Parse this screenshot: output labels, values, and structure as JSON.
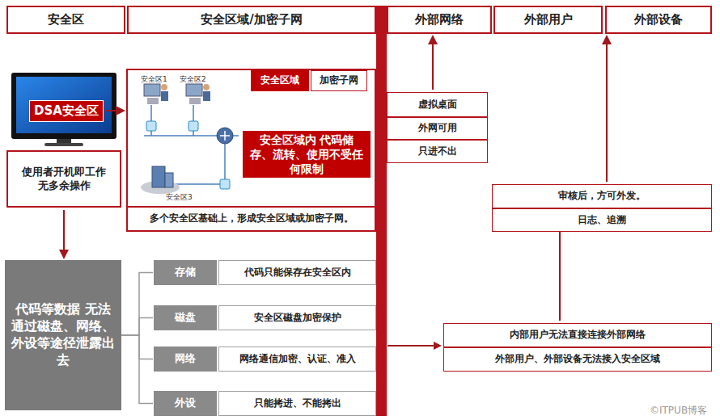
{
  "diagram": {
    "nodes": [
      {
        "text": [
          "安全区"
        ]
      },
      {
        "text": [
          "安全区域/加密子网"
        ]
      },
      {
        "text": [
          "外部网络"
        ]
      },
      {
        "text": [
          "外部用户"
        ]
      },
      {
        "text": [
          "外部设备"
        ]
      },
      {
        "text": [
          "DSA安全区"
        ]
      },
      {
        "text": [
          "多个安全区基础上，形成安全区域或加密子网。"
        ]
      },
      {
        "text": [
          "安全区域"
        ],
        "in": 6
      },
      {
        "text": [
          "加密子网"
        ],
        "in": 6
      },
      {
        "text": [
          "安全区域内 代码储存、流转、使用不受任何限制"
        ],
        "in": 6
      },
      {
        "text": [
          "使用者开机即工作 无多余操作"
        ]
      },
      {
        "text": [
          "虚拟桌面"
        ]
      },
      {
        "text": [
          "外网可用"
        ]
      },
      {
        "text": [
          "只进不出"
        ]
      },
      {
        "text": [
          "审核后，方可外发。"
        ]
      },
      {
        "text": [
          "日志、追溯"
        ]
      },
      {
        "text": [
          "代码等数据 无法通过磁盘、网络、外设等途径泄露出去"
        ]
      },
      {
        "text": [
          "存储"
        ]
      },
      {
        "text": [
          "代码只能保存在安全区内"
        ]
      },
      {
        "text": [
          "磁盘"
        ]
      },
      {
        "text": [
          "安全区磁盘加密保护"
        ]
      },
      {
        "text": [
          "网络"
        ]
      },
      {
        "text": [
          "网络通信加密、认证、准入"
        ]
      },
      {
        "text": [
          "外设"
        ]
      },
      {
        "text": [
          "只能拷进、不能拷出"
        ]
      },
      {
        "text": [
          "内部用户无法直接连接外部网络"
        ]
      },
      {
        "text": [
          "外部用户、外部设备无法接入安全区域"
        ]
      }
    ],
    "edges": [
      {
        "from": 5,
        "to": 6,
        "arrow": "to"
      },
      {
        "from": 10,
        "to": 16,
        "arrow": "to"
      },
      {
        "from": 16,
        "to": 17,
        "arrow": "none"
      },
      {
        "from": 16,
        "to": 19,
        "arrow": "none"
      },
      {
        "from": 16,
        "to": 21,
        "arrow": "none"
      },
      {
        "from": 16,
        "to": 23,
        "arrow": "none"
      },
      {
        "from": 11,
        "to": 2,
        "arrow": "to"
      },
      {
        "from": 14,
        "to": 4,
        "arrow": "to"
      },
      {
        "from": 25,
        "to": 14,
        "arrow": "to"
      }
    ],
    "labels": [
      "安全区1",
      "安全区2",
      "安全区3",
      "©ITPUB博客"
    ]
  }
}
